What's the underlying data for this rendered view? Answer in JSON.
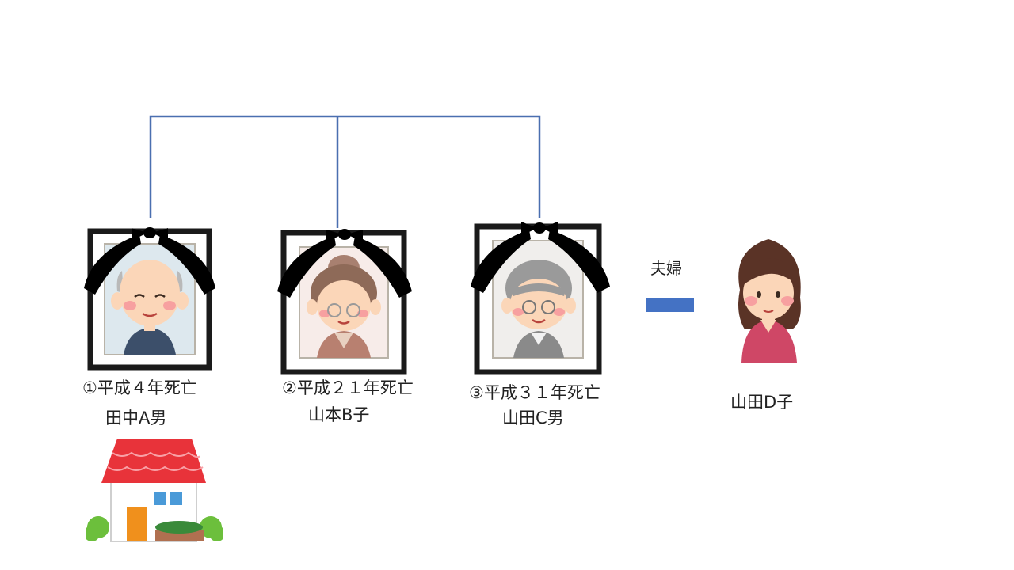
{
  "colors": {
    "connector": "#4a6fb0",
    "marriage_bar": "#4472c4",
    "frame": "#1a1a1a",
    "ribbon": "#000000",
    "roof": "#e8333a",
    "wall": "#ffffff",
    "door": "#f0901c",
    "window": "#4a9ad8",
    "bush": "#6cbf3c",
    "skin": "#fbd6b8",
    "cheek": "#f7a0a0",
    "daughter_top": "#cf4766",
    "daughter_hair": "#5a3326"
  },
  "people": [
    {
      "id": "a",
      "death_note": "①平成４年死亡",
      "name": "田中A男",
      "deceased": true,
      "portrait": "bald-grandfather-icon"
    },
    {
      "id": "b",
      "death_note": "②平成２１年死亡",
      "name": "山本B子",
      "deceased": true,
      "portrait": "grandmother-icon"
    },
    {
      "id": "c",
      "death_note": "③平成３１年死亡",
      "name": "山田C男",
      "deceased": true,
      "portrait": "grandfather-glasses-icon"
    },
    {
      "id": "d",
      "name": "山田D子",
      "deceased": false,
      "portrait": "woman-icon"
    }
  ],
  "relations": {
    "spouse_label": "夫婦"
  },
  "house_icon": "house-icon"
}
